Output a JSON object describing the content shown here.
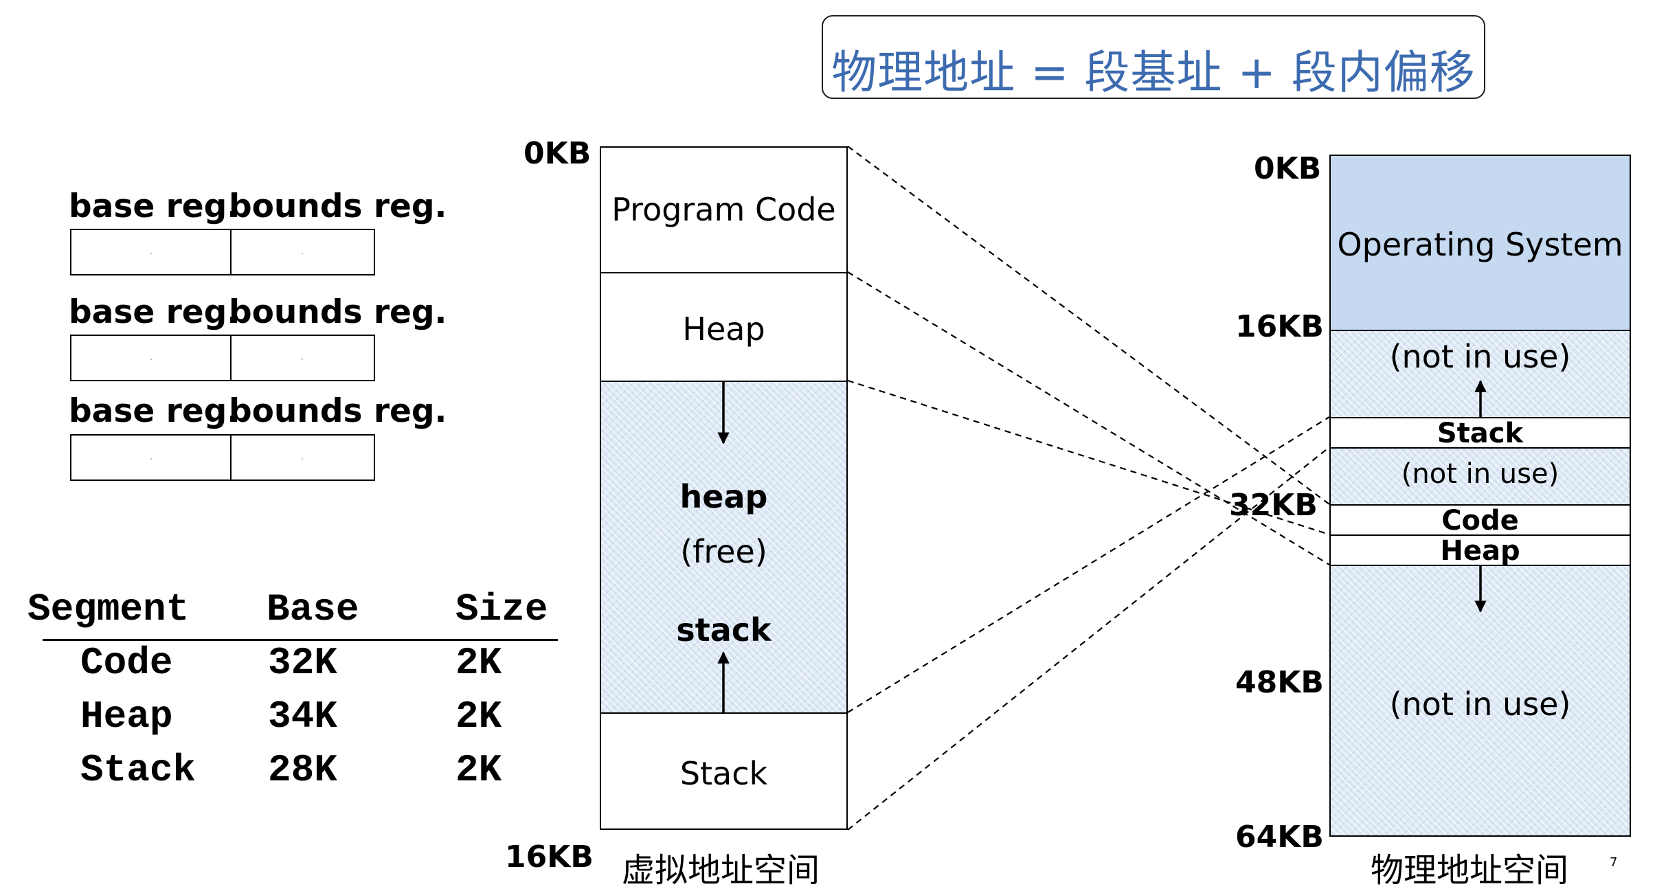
{
  "title": "物理地址 = 段基址 + 段内偏移",
  "registers": [
    {
      "base_label": "base reg.",
      "bounds_label": "bounds reg."
    },
    {
      "base_label": "base reg.",
      "bounds_label": "bounds reg."
    },
    {
      "base_label": "base reg.",
      "bounds_label": "bounds reg."
    }
  ],
  "segment_table": {
    "headers": [
      "Segment",
      "Base",
      "Size"
    ],
    "rows": [
      [
        "Code",
        "32K",
        "2K"
      ],
      [
        "Heap",
        "34K",
        "2K"
      ],
      [
        "Stack",
        "28K",
        "2K"
      ]
    ]
  },
  "virtual_space": {
    "caption": "虚拟地址空间",
    "start_label": "0KB",
    "end_label": "16KB",
    "program_code": "Program Code",
    "heap": "Heap",
    "free_heap": "heap",
    "free_label": "(free)",
    "free_stack": "stack",
    "stack": "Stack"
  },
  "physical_space": {
    "caption": "物理地址空间",
    "address_labels": [
      "0KB",
      "16KB",
      "32KB",
      "48KB",
      "64KB"
    ],
    "os": "Operating System",
    "not_in_use_1": "(not in use)",
    "stack": "Stack",
    "not_in_use_2": "(not in use)",
    "code": "Code",
    "heap": "Heap",
    "not_in_use_3": "(not in use)"
  },
  "colors": {
    "title_text": "#3d6bb0",
    "os_fill": "#c5d9f1",
    "hatch_fill": "#dde8f5"
  },
  "page_marker": "7"
}
